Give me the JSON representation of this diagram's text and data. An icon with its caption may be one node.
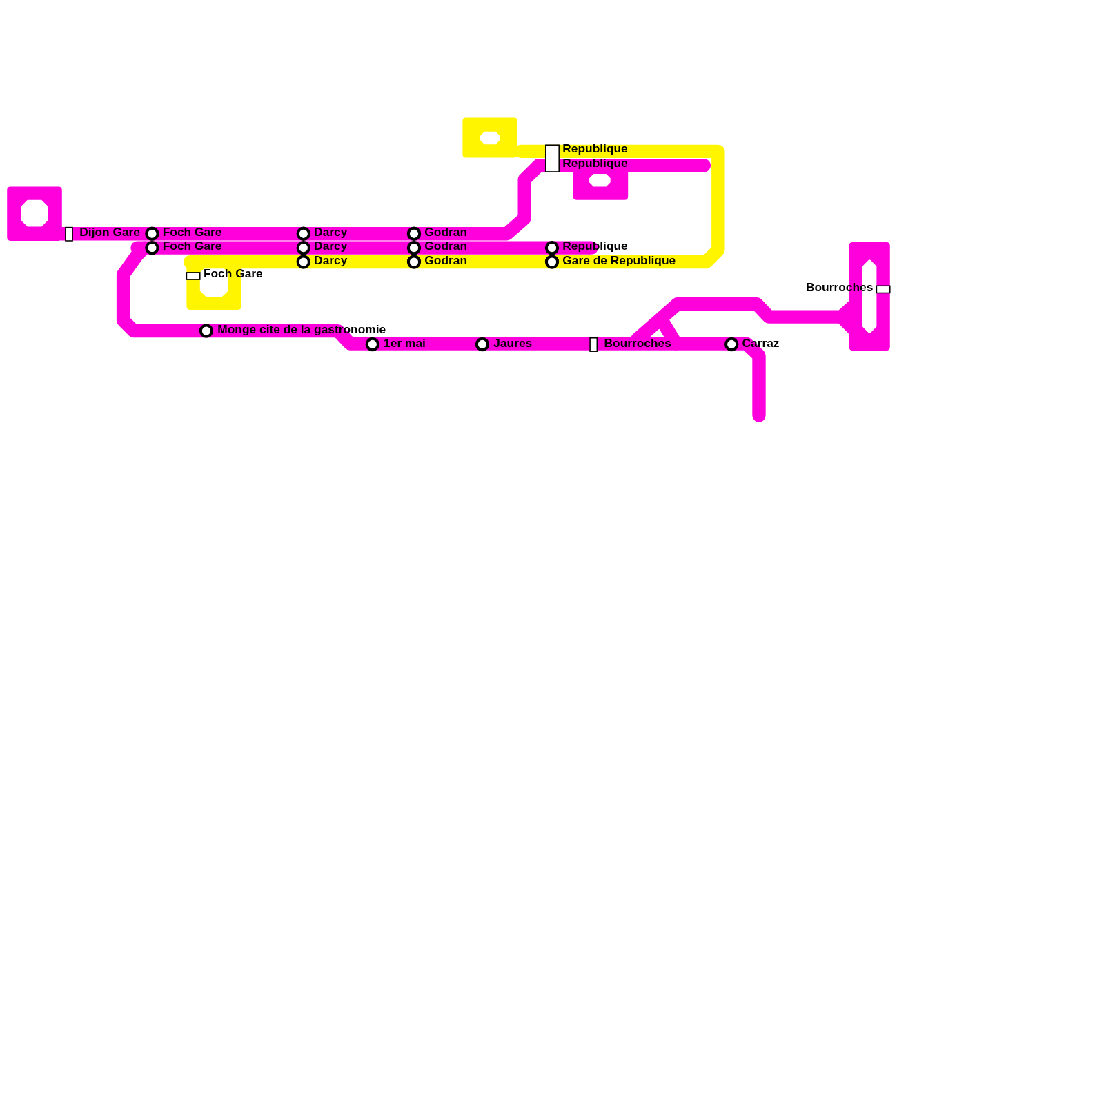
{
  "diagram": {
    "labels": [
      "Republique",
      "Republique",
      "Dijon Gare",
      "Foch Gare",
      "Darcy",
      "Godran",
      "Foch Gare",
      "Darcy",
      "Godran",
      "Republique",
      "Darcy",
      "Godran",
      "Gare de Republique",
      "Foch Gare",
      "Bourroches",
      "Monge cite de la gastronomie",
      "1er mai",
      "Jaures",
      "Bourroches",
      "Carraz"
    ]
  }
}
